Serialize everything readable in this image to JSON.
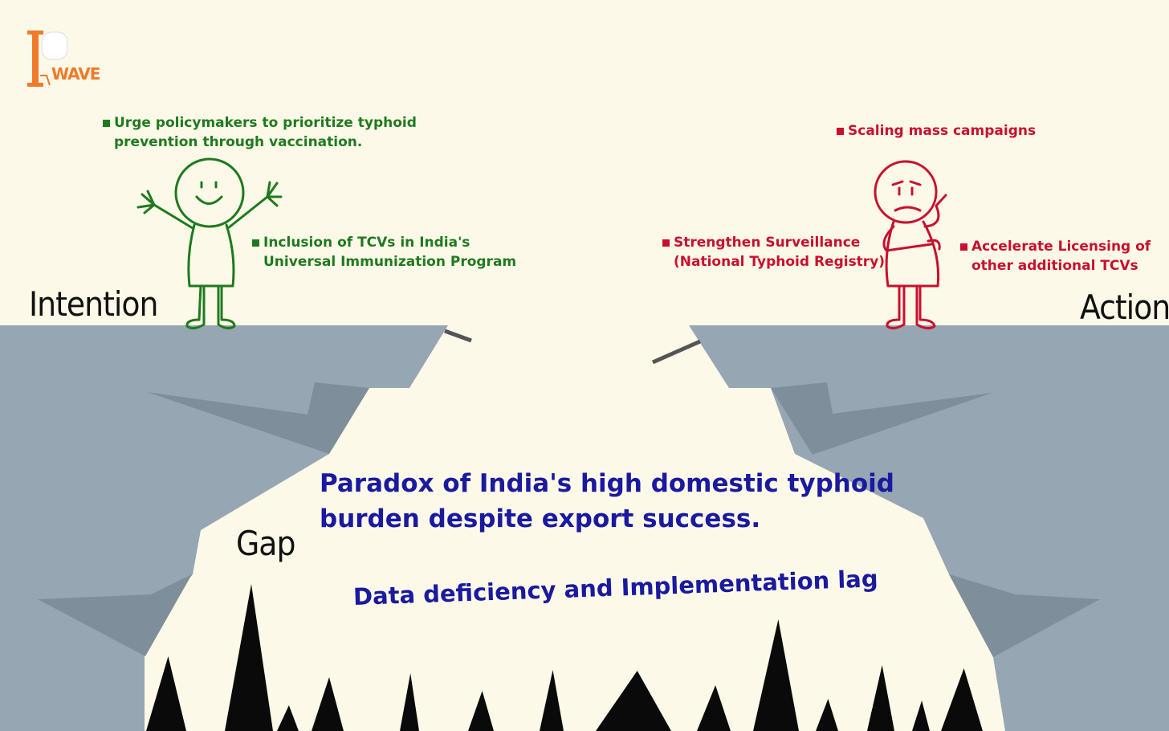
{
  "logo": {
    "letters": "IP",
    "word": "WAVE",
    "color": "#f07a2a"
  },
  "labels": {
    "intention": "Intention",
    "action": "Action",
    "gap": "Gap"
  },
  "left_bullets": [
    {
      "lines": [
        "Urge policymakers to prioritize typhoid",
        "prevention through vaccination."
      ]
    },
    {
      "lines": [
        "Inclusion of TCVs in India's",
        "Universal Immunization Program"
      ]
    }
  ],
  "right_bullets": [
    {
      "lines": [
        "Scaling mass campaigns"
      ]
    },
    {
      "lines": [
        "Strengthen Surveillance",
        "(National Typhoid Registry)"
      ]
    },
    {
      "lines": [
        "Accelerate Licensing of",
        "other additional TCVs"
      ]
    }
  ],
  "center_text": {
    "paradox_line1": "Paradox of India's high domestic typhoid",
    "paradox_line2": "burden despite export success.",
    "deficiency": "Data deficiency and Implementation lag"
  },
  "colors": {
    "background": "#fdf9e8",
    "cliff": "#96a6b3",
    "cliff_shadow": "#7e8e9b",
    "green": "#1f7a1f",
    "red": "#c8102e",
    "blue": "#1a1aa0",
    "spikes": "#0a0a0a"
  },
  "icons": [
    "happy-stick-figure-icon",
    "worried-stick-figure-icon",
    "spike-icon"
  ]
}
